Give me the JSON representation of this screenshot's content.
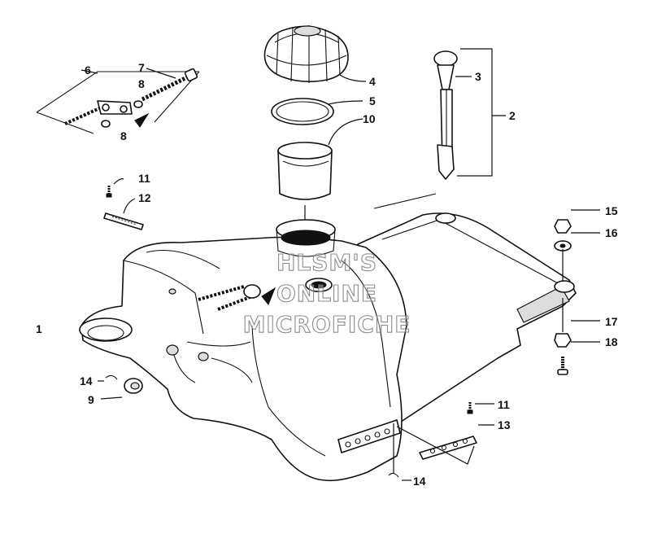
{
  "callouts": {
    "c1": "1",
    "c2": "2",
    "c3": "3",
    "c4": "4",
    "c5": "5",
    "c6": "6",
    "c7": "7",
    "c8a": "8",
    "c8b": "8",
    "c9": "9",
    "c10": "10",
    "c11a": "11",
    "c11b": "11",
    "c12": "12",
    "c13": "13",
    "c14a": "14",
    "c14b": "14",
    "c15": "15",
    "c16": "16",
    "c17": "17",
    "c18": "18"
  },
  "watermark": {
    "line1": "HLSM'S",
    "line2": "ONLINE",
    "line3": "MICROFICHE"
  }
}
